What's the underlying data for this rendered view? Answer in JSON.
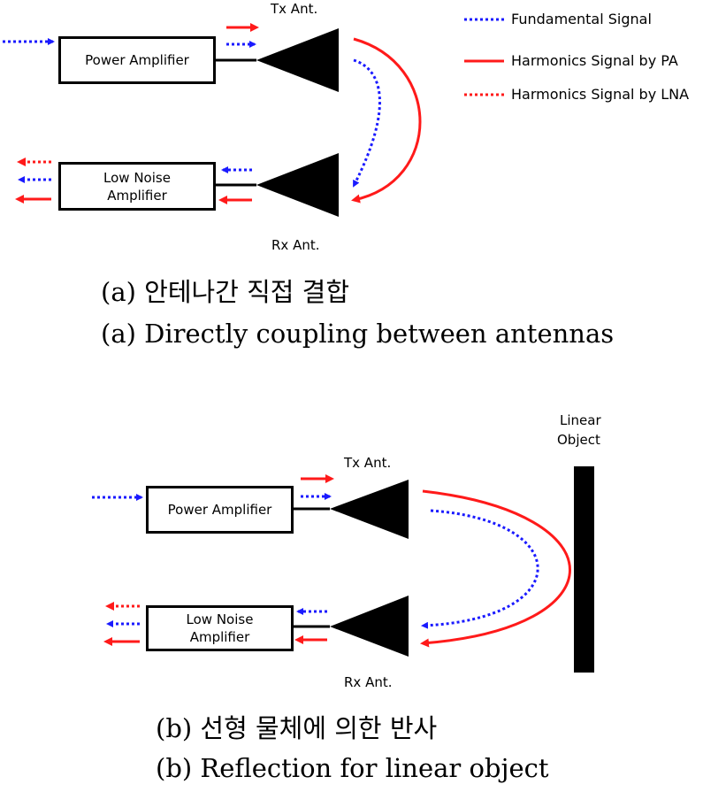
{
  "legend": {
    "fundamental": "Fundamental Signal",
    "harmonics_pa": "Harmonics Signal by PA",
    "harmonics_lna": "Harmonics Signal by LNA"
  },
  "colors": {
    "fundamental": "#1a1aff",
    "harmonics": "#ff1a1a",
    "stroke": "#000000"
  },
  "panel_a": {
    "pa_label": "Power Amplifier",
    "lna_label_line1": "Low Noise",
    "lna_label_line2": "Amplifier",
    "tx_label": "Tx Ant.",
    "rx_label": "Rx Ant.",
    "caption_kr": "(a) 안테나간 직접 결합",
    "caption_en": "(a) Directly coupling between antennas"
  },
  "panel_b": {
    "pa_label": "Power Amplifier",
    "lna_label_line1": "Low Noise",
    "lna_label_line2": "Amplifier",
    "tx_label": "Tx Ant.",
    "rx_label": "Rx Ant.",
    "object_line1": "Linear",
    "object_line2": "Object",
    "caption_kr": "(b) 선형 물체에 의한 반사",
    "caption_en": "(b) Reflection for linear object"
  }
}
